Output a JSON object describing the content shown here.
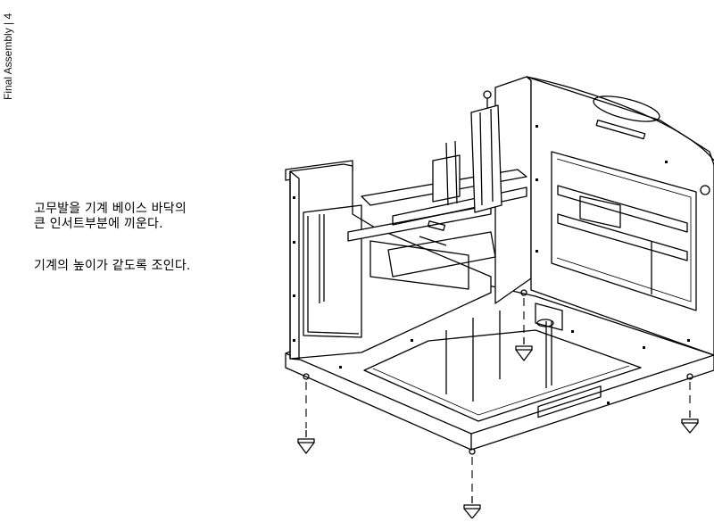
{
  "page": {
    "section_label": "Final Assembly | 4"
  },
  "instructions": [
    "고무발을 기계 베이스 바닥의\n큰 인서트부분에 끼운다.",
    "기계의 높이가 같도록 조인다."
  ]
}
